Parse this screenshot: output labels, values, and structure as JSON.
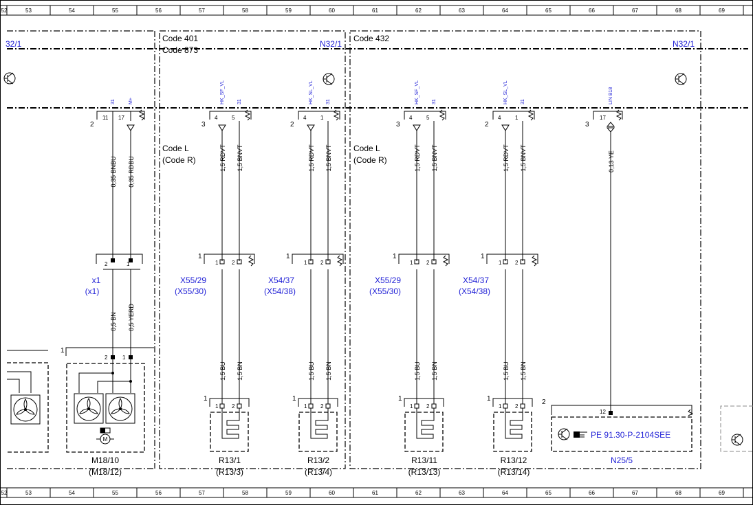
{
  "sheet": {
    "columns": [
      "52",
      "53",
      "54",
      "55",
      "56",
      "57",
      "58",
      "59",
      "60",
      "61",
      "62",
      "63",
      "64",
      "65",
      "66",
      "67",
      "68",
      "69"
    ]
  },
  "sections": {
    "left_module": "32/1",
    "codes_a": [
      "Code 401",
      "Code 873"
    ],
    "module_a": "N32/1",
    "code_b": "Code 432",
    "module_b": "N32/1"
  },
  "variant": {
    "line1": "Code L",
    "line2": "(Code R)"
  },
  "pin_nums": {
    "p1": "1",
    "p2": "2",
    "p3": "3",
    "p4": "4",
    "p5": "5",
    "p11": "11",
    "p12": "12",
    "p17": "17"
  },
  "signals": {
    "s31": "31",
    "mplus": "M+",
    "hk_sf": "HK_SF_VL",
    "hk_sl": "HK_SL_VL",
    "lin": "LIN B18"
  },
  "wires": {
    "bnbu": "0,35 BNBU",
    "rdbu": "0,35 RDBU",
    "rdvt": "1,5 RDVT",
    "bnvt": "1,5 BNVT",
    "ye": "0,13 YE",
    "bn05": "0,5 BN",
    "yerd": "0,5 YERD",
    "bu": "1,5 BU",
    "bn15": "1,5 BN"
  },
  "connectors": {
    "x1": [
      "x1",
      "(x1)"
    ],
    "x55": [
      "X55/29",
      "(X55/30)"
    ],
    "x54": [
      "X54/37",
      "(X54/38)"
    ]
  },
  "components": {
    "m18": [
      "M18/10",
      "(M18/12)"
    ],
    "r13_1": [
      "R13/1",
      "(R13/3)"
    ],
    "r13_2": [
      "R13/2",
      "(R13/4)"
    ],
    "r13_11": [
      "R13/11",
      "(R13/13)"
    ],
    "r13_12": [
      "R13/12",
      "(R13/14)"
    ],
    "n25": "N25/5",
    "pe_ref": "PE 91.30-P-2104SEE"
  }
}
